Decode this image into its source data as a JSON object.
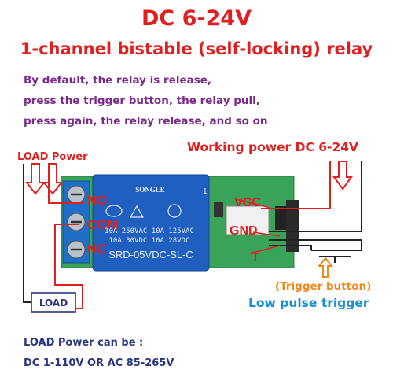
{
  "header": {
    "voltage_title": "DC 6-24V",
    "product_title": "1-channel bistable (self-locking) relay"
  },
  "description": {
    "lines": [
      "By default, the relay is release,",
      "press the trigger button, the relay pull,",
      "press again, the relay release, and so on"
    ]
  },
  "labels": {
    "load_power": "LOAD Power",
    "working_power": "Working power DC 6-24V",
    "no": "NO",
    "com": "COM",
    "nc": "NC",
    "vcc": "VCC",
    "gnd": "GND",
    "t": "T",
    "load": "LOAD",
    "trigger_button": "(Trigger button)",
    "low_pulse": "Low pulse trigger"
  },
  "relay": {
    "brand": "SONGLE",
    "spec_line1": "10A 250VAC   10A 125VAC",
    "spec_line2": "10A  30VDC   10A  28VDC",
    "model": "SRD-05VDC-SL-C",
    "pin_number": "1"
  },
  "notes": {
    "line1": "LOAD Power can be :",
    "line2": "DC 1-110V OR AC 85-265V"
  },
  "colors": {
    "red": "#e02020",
    "purple": "#7a2a8a",
    "navy": "#2a3580",
    "orange": "#f08a1c",
    "teal": "#1a8fd0",
    "relay_blue": "#1e5fbf",
    "pcb_green": "#3aa35a"
  }
}
